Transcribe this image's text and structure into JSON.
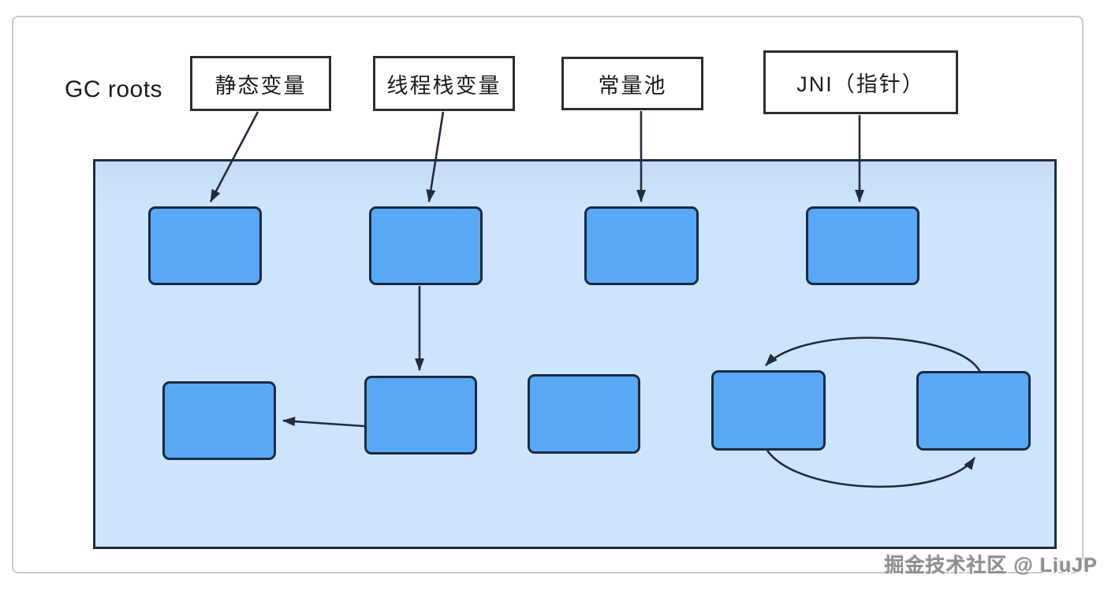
{
  "title": "GC roots",
  "root_labels": [
    {
      "id": "static-variable",
      "label": "静态变量"
    },
    {
      "id": "thread-stack-variable",
      "label": "线程栈变量"
    },
    {
      "id": "constant-pool",
      "label": "常量池"
    },
    {
      "id": "jni-pointer",
      "label": "JNI（指针）"
    }
  ],
  "heap": {
    "object_count": 9
  },
  "edges": [
    {
      "from": "static-variable",
      "to": "heap-object-1",
      "shape": "straight"
    },
    {
      "from": "thread-stack-variable",
      "to": "heap-object-2",
      "shape": "straight"
    },
    {
      "from": "constant-pool",
      "to": "heap-object-3",
      "shape": "straight"
    },
    {
      "from": "jni-pointer",
      "to": "heap-object-4",
      "shape": "straight"
    },
    {
      "from": "heap-object-2",
      "to": "heap-object-6",
      "shape": "straight"
    },
    {
      "from": "heap-object-6",
      "to": "heap-object-5",
      "shape": "straight"
    },
    {
      "from": "heap-object-9",
      "to": "heap-object-8",
      "shape": "arc-top"
    },
    {
      "from": "heap-object-8",
      "to": "heap-object-9",
      "shape": "arc-bottom"
    }
  ],
  "watermark": "掘金技术社区 @ LiuJP",
  "colors": {
    "heap_fill": "#cde4fd",
    "heap_border": "#1e2c47",
    "object_fill": "#58a8f6",
    "object_border": "#1b2a44",
    "arrow": "#222c3d",
    "label_box_border": "#2d2d2d",
    "frame_border": "#c9c9c9",
    "watermark_text": "#8f8f8f"
  }
}
